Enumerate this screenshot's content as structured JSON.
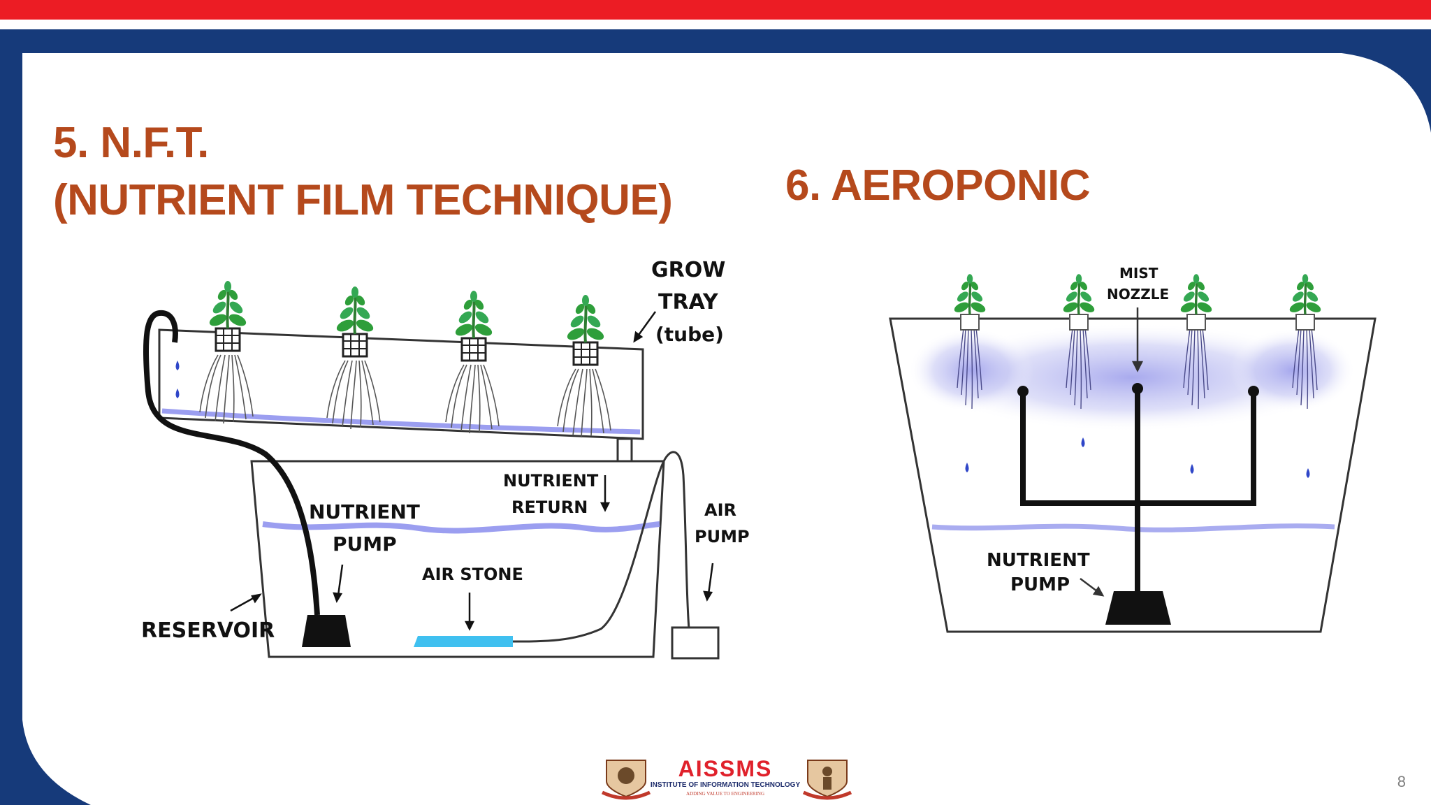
{
  "slide": {
    "title_nft_line1": "5. N.F.T.",
    "title_nft_line2": "(NUTRIENT FILM TECHNIQUE)",
    "title_aero": "6. AEROPONIC",
    "page_number": "8"
  },
  "nft_diagram": {
    "grow_tray": "GROW",
    "tray": "TRAY",
    "tube": "(tube)",
    "nutrient_return_1": "NUTRIENT",
    "nutrient_return_2": "RETURN",
    "nutrient_pump_1": "NUTRIENT",
    "nutrient_pump_2": "PUMP",
    "air_pump_1": "AIR",
    "air_pump_2": "PUMP",
    "air_stone": "AIR STONE",
    "reservoir": "RESERVOIR"
  },
  "aero_diagram": {
    "mist_1": "MIST",
    "mist_2": "NOZZLE",
    "nutrient_pump_1": "NUTRIENT",
    "nutrient_pump_2": "PUMP"
  },
  "footer_logo": {
    "brand": "AISSMS",
    "institute": "INSTITUTE OF INFORMATION TECHNOLOGY",
    "tagline": "ADDING VALUE TO ENGINEERING"
  },
  "colors": {
    "top_bar": "#ec1c24",
    "frame": "#163a7a",
    "title": "#b5491c",
    "water": "#9b9ef0",
    "air_stone": "#3fc0f0"
  }
}
